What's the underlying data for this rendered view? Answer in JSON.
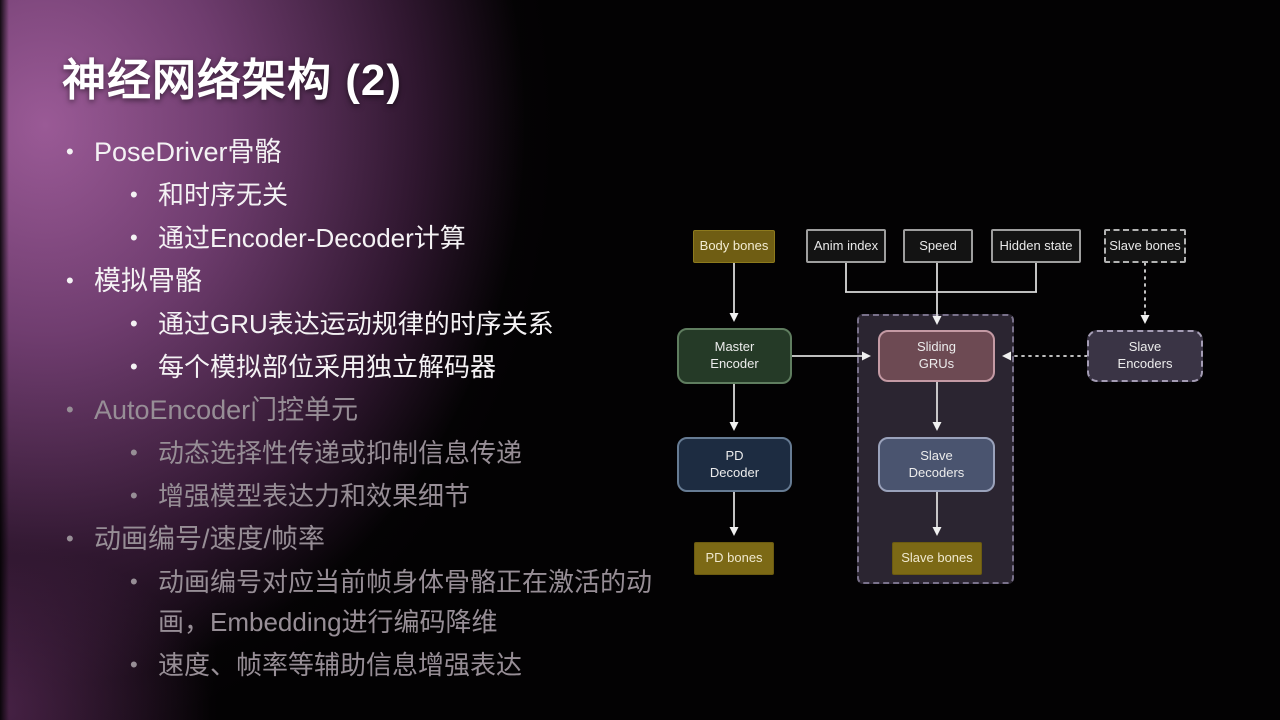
{
  "slide": {
    "title": "神经网络架构 (2)"
  },
  "bullets": [
    {
      "level": 1,
      "dimmed": false,
      "text": "PoseDriver骨骼"
    },
    {
      "level": 2,
      "dimmed": false,
      "text": "和时序无关"
    },
    {
      "level": 2,
      "dimmed": false,
      "text": "通过Encoder-Decoder计算"
    },
    {
      "level": 1,
      "dimmed": false,
      "text": "模拟骨骼"
    },
    {
      "level": 2,
      "dimmed": false,
      "text": "通过GRU表达运动规律的时序关系"
    },
    {
      "level": 2,
      "dimmed": false,
      "text": "每个模拟部位采用独立解码器"
    },
    {
      "level": 1,
      "dimmed": true,
      "text": "AutoEncoder门控单元"
    },
    {
      "level": 2,
      "dimmed": true,
      "text": "动态选择性传递或抑制信息传递"
    },
    {
      "level": 2,
      "dimmed": true,
      "text": "增强模型表达力和效果细节"
    },
    {
      "level": 1,
      "dimmed": true,
      "text": "动画编号/速度/帧率"
    },
    {
      "level": 2,
      "dimmed": true,
      "text": "动画编号对应当前帧身体骨骼正在激活的动画，Embedding进行编码降维"
    },
    {
      "level": 2,
      "dimmed": true,
      "text": "速度、帧率等辅助信息增强表达"
    }
  ],
  "diagram": {
    "nodes": {
      "body_bones": "Body bones",
      "anim_index": "Anim index",
      "speed": "Speed",
      "hidden_state": "Hidden state",
      "slave_bones_input": "Slave bones",
      "master_encoder": "Master Encoder",
      "sliding_grus": "Sliding GRUs",
      "slave_encoders": "Slave Encoders",
      "pd_decoder": "PD Decoder",
      "slave_decoders": "Slave Decoders",
      "pd_bones": "PD bones",
      "slave_bones_output": "Slave bones"
    },
    "colors": {
      "gold_box": "#6f5d13",
      "master_encoder": "#253a27",
      "sliding_grus": "#6d4a53",
      "slave_encoders": "#3a3445",
      "pd_decoder": "#1d2c41",
      "slave_decoders": "#4a546f",
      "group_fill": "#2b2531",
      "connector": "#d9d9d9",
      "background_accent": "#9a5a96"
    }
  }
}
